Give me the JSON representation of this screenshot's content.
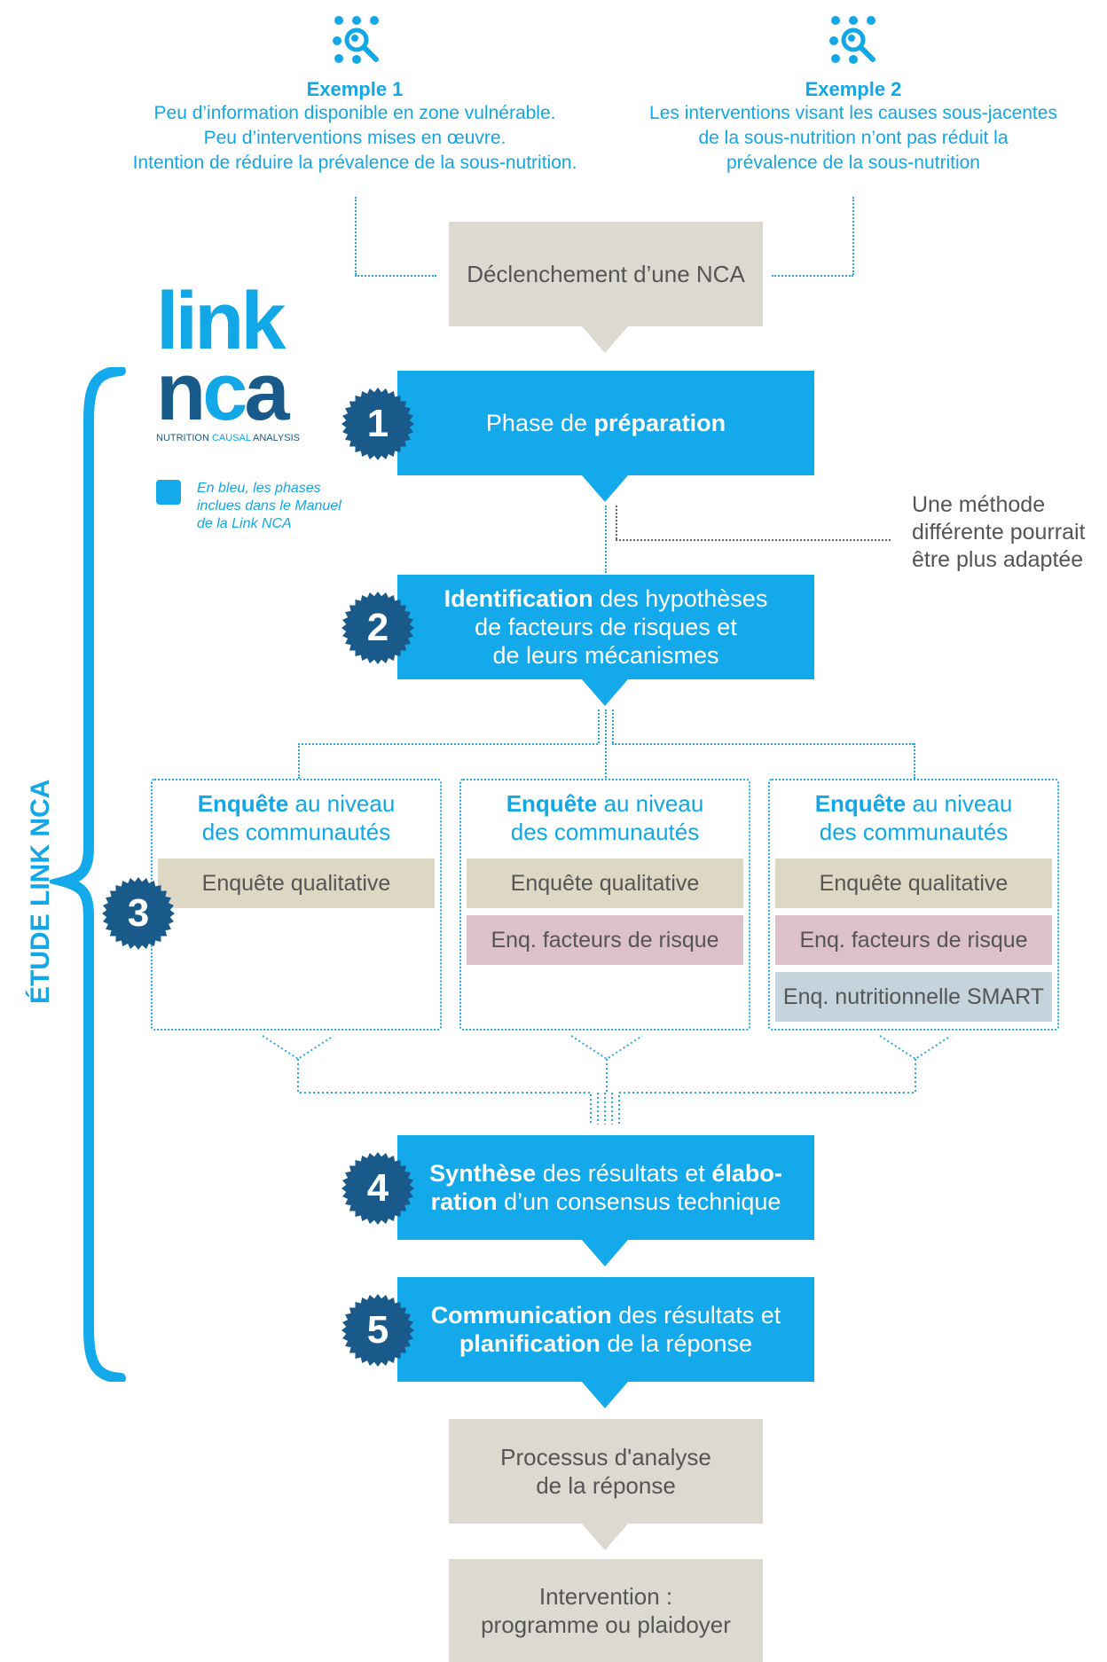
{
  "examples": [
    {
      "title": "Exemple 1",
      "lines": [
        "Peu d’information disponible en zone vulnérable.",
        "Peu d’interventions mises en œuvre.",
        "Intention de réduire la prévalence de la sous-nutrition."
      ]
    },
    {
      "title": "Exemple 2",
      "lines": [
        "Les interventions visant les causes sous-jacentes",
        "de la sous-nutrition n’ont pas réduit la",
        "prévalence de la sous-nutrition"
      ]
    }
  ],
  "trigger": "Déclenchement d’une NCA",
  "logo": {
    "line1": "link",
    "line2_a": "n",
    "line2_c": "c",
    "line2_b": "a",
    "sub_a": "NUTRITION",
    "sub_b": "CAUSAL",
    "sub_c": "ANALYSIS"
  },
  "legend": [
    "En bleu, les phases",
    "inclues dans le Manuel",
    "de la Link NCA"
  ],
  "brace_label": "ÉTUDE LINK NCA",
  "phase1": {
    "num": "1",
    "pre": "Phase de",
    "bold": "préparation"
  },
  "side_note": [
    "Une méthode",
    "différente pourrait",
    "être plus adaptée"
  ],
  "phase2": {
    "num": "2",
    "bold": "Identification",
    "l1": "des hypothèses",
    "l2": "de facteurs de risques et",
    "l3": "de leurs mécanismes"
  },
  "phase3": {
    "num": "3"
  },
  "surveys": [
    {
      "bold": "Enquête",
      "t1": "au niveau",
      "t2": "des communautés",
      "items": [
        {
          "label": "Enquête qualitative",
          "kind": "q"
        }
      ]
    },
    {
      "bold": "Enquête",
      "t1": "au niveau",
      "t2": "des communautés",
      "items": [
        {
          "label": "Enquête qualitative",
          "kind": "q"
        },
        {
          "label": "Enq. facteurs de risque",
          "kind": "r"
        }
      ]
    },
    {
      "bold": "Enquête",
      "t1": "au niveau",
      "t2": "des communautés",
      "items": [
        {
          "label": "Enquête qualitative",
          "kind": "q"
        },
        {
          "label": "Enq. facteurs de risque",
          "kind": "r"
        },
        {
          "label": "Enq. nutritionnelle SMART",
          "kind": "s"
        }
      ]
    }
  ],
  "phase4": {
    "num": "4",
    "b1": "Synthèse",
    "t1": "des résultats et",
    "b2": "élabo-",
    "b3": "ration",
    "t2": "d’un consensus technique"
  },
  "phase5": {
    "num": "5",
    "b1": "Communication",
    "t1": "des résultats et",
    "b2": "planification",
    "t2": "de la réponse"
  },
  "analysis": [
    "Processus d'analyse",
    "de la réponse"
  ],
  "intervention": [
    "Intervention :",
    "programme ou plaidoyer"
  ],
  "colors": {
    "blue": "#14a9ea",
    "navy": "#1a5a8a",
    "grey": "#dcd9d0"
  }
}
